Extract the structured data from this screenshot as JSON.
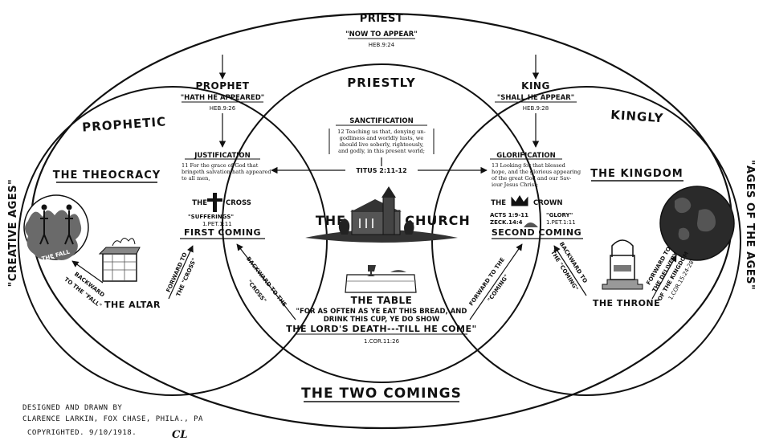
{
  "side_labels": {
    "left": "\"Creative Ages\"",
    "right": "\"Ages Of The Ages\""
  },
  "priest": {
    "title": "Priest",
    "quote": "\"Now To Appear\"",
    "ref": "Heb.9:24"
  },
  "prophet": {
    "title": "Prophet",
    "quote": "\"Hath He Appeared\"",
    "ref": "Heb.9:26"
  },
  "king": {
    "title": "King",
    "quote": "\"Shall He Appear\"",
    "ref": "Heb.9:28"
  },
  "circles": {
    "left": "Prophetic",
    "middle": "Priestly",
    "right": "Kingly"
  },
  "sanctification": {
    "title": "Sanctification",
    "verse": [
      "12 Teaching us that, denying un-",
      "godliness and worldly lusts, we",
      "should live soberly, righteously,",
      "and godly, in this present world;"
    ]
  },
  "justification": {
    "title": "Justification",
    "verse": [
      "11 For the grace of God that",
      "bringeth salvation hath appeared",
      "to all men,"
    ]
  },
  "glorification": {
    "title": "Glorification",
    "verse": [
      "13 Looking for that blessed",
      "hope, and the glorious appearing",
      "of the great God and our Sav-",
      "iour Jesus Christ;"
    ]
  },
  "titus_ref": "Titus 2:11-12",
  "theocracy": "The Theocracy",
  "kingdom": "The Kingdom",
  "cross": {
    "the": "The",
    "label": "Cross",
    "sufferings": "\"Sufferings\"",
    "ref": "1.Pet.1:11",
    "first_coming": "First Coming"
  },
  "crown": {
    "the": "The",
    "label": "Crown",
    "glory": "\"Glory\"",
    "ref": "1.Pet.1:11",
    "refs_left": [
      "Acts 1:9-11",
      "Zeck.14:4"
    ],
    "second_coming": "Second Coming"
  },
  "church": {
    "the": "The",
    "label": "Church"
  },
  "fall": "The Fall",
  "altar": "The Altar",
  "throne": "The Throne",
  "table": {
    "title": "The Table",
    "line1": "\"For As Often As Ye Eat This Bread, And",
    "line2": "Drink This Cup, Ye Do Show",
    "line3": "The Lord's Death---Till He Come\"",
    "ref": "1.Cor.11:26"
  },
  "arrows": {
    "backward_fall": [
      "Backward",
      "To The \"Fall\""
    ],
    "forward_cross_left": [
      "Forward To",
      "The \"Cross\""
    ],
    "backward_cross": [
      "Backward To The",
      "\"Cross\""
    ],
    "forward_coming": [
      "Forward To The",
      "\"Coming\""
    ],
    "backward_coming": [
      "Backward To",
      "The \"Coming\""
    ],
    "forward_kingdom": [
      "Forward To",
      "The Delivery",
      "Of The Kingdom",
      "1.Cor.15:24-28"
    ]
  },
  "bottom_title": "The Two Comings",
  "credits": [
    "Designed And Drawn By",
    "Clarence Larkin, Fox Chase, Phila., Pa",
    "Copyrighted. 9/10/1918."
  ],
  "monogram": "CL"
}
